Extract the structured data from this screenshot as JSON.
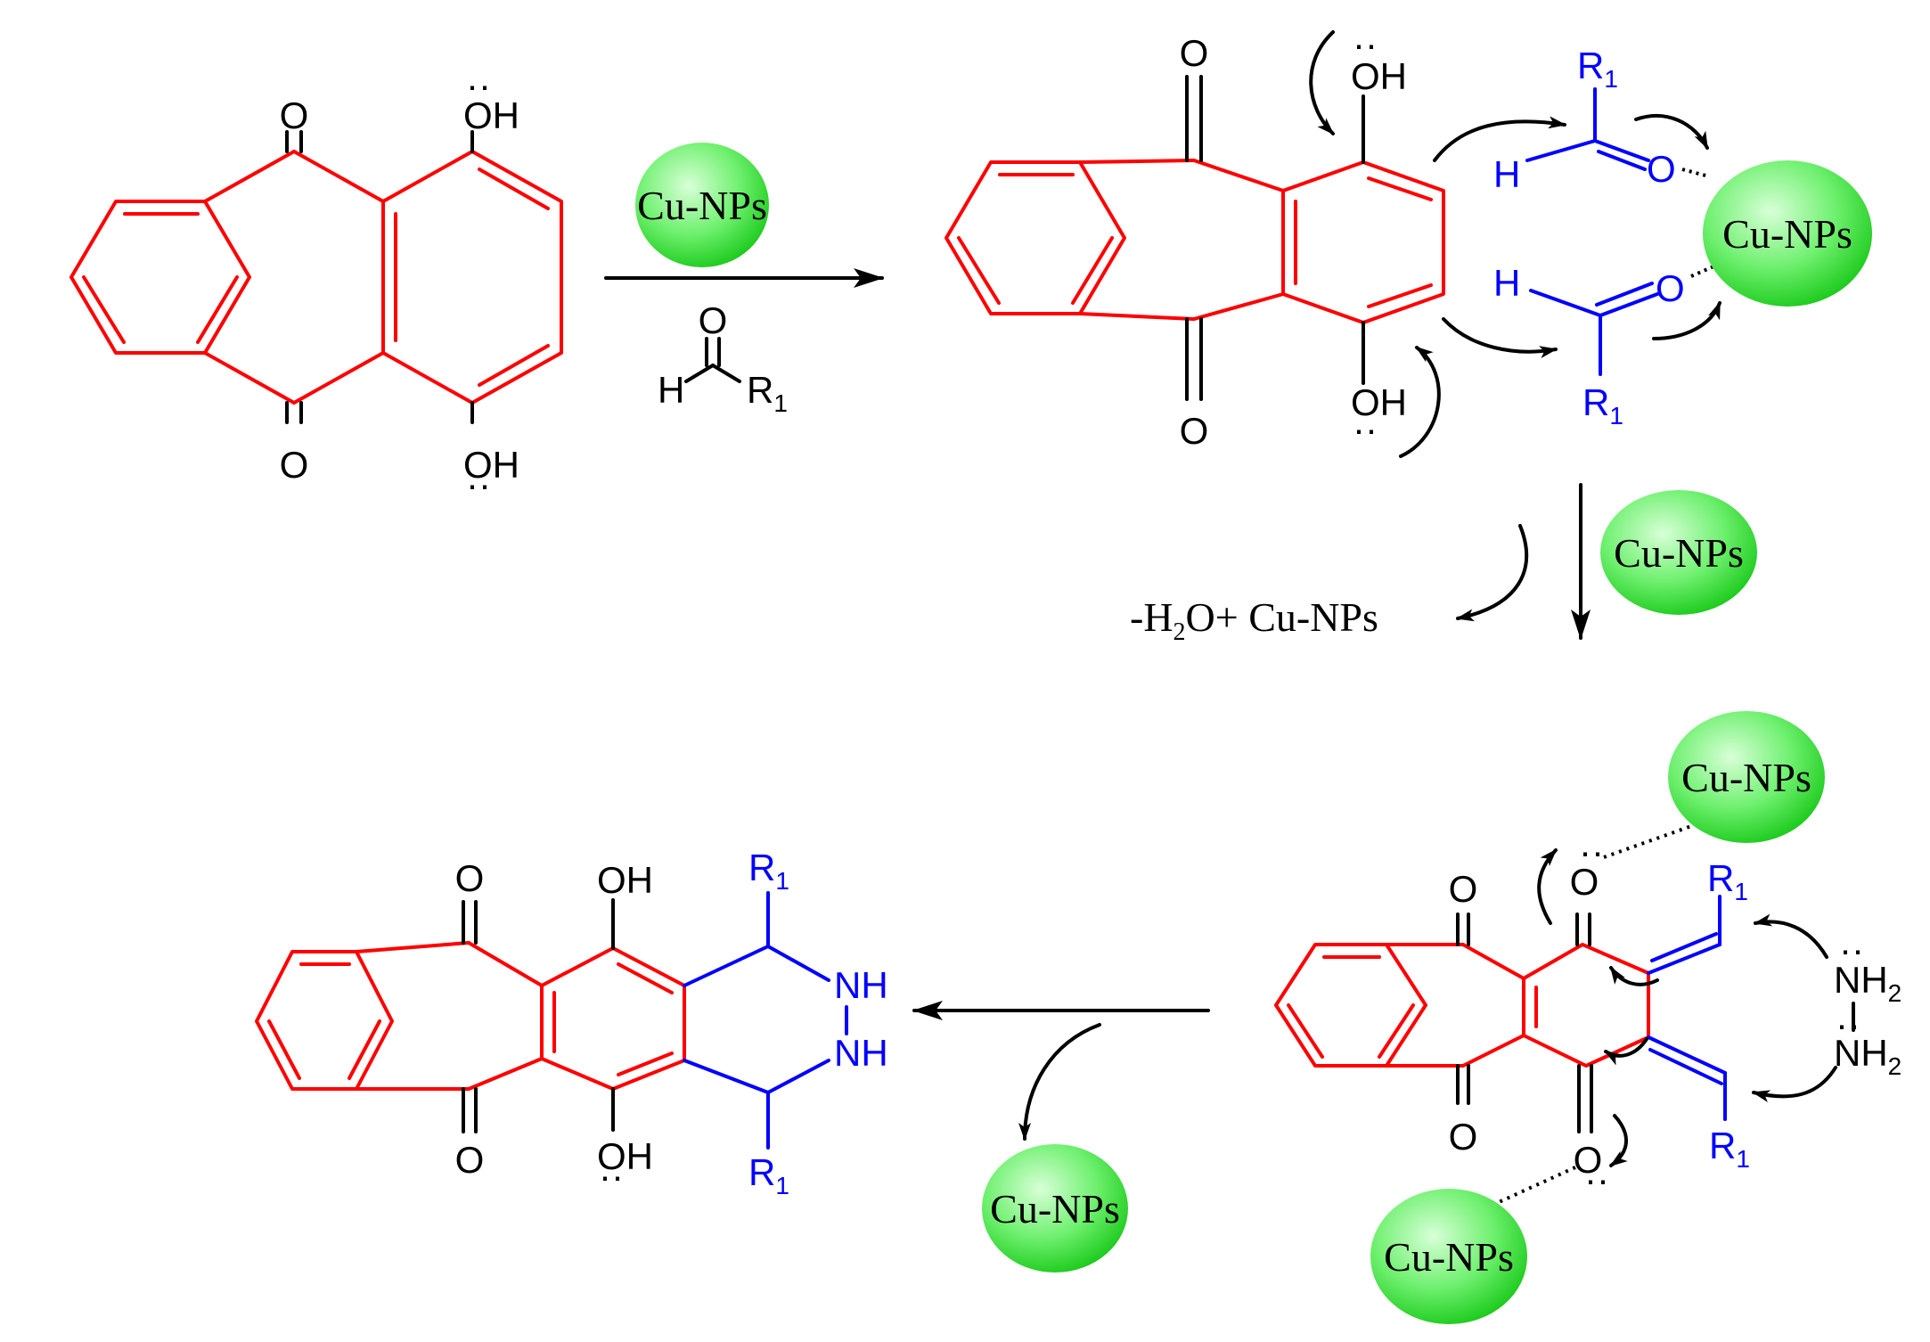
{
  "colors": {
    "scaffold": "#ff0000",
    "reagent": "#0000ff",
    "sphere_light": "#b6ffb6",
    "sphere_dark": "#18d818"
  },
  "catalyst_label": "Cu-NPs",
  "atoms": {
    "O": "O",
    "OH": "OH",
    "H": "H",
    "R": "R",
    "R_subscript": "1",
    "NH": "NH",
    "NH2": "NH",
    "NH2_subscript": "2",
    "lone_pair": "··"
  },
  "byproduct": {
    "prefix": "-H",
    "subscript": "2",
    "suffix": "O+ Cu-NPs"
  }
}
